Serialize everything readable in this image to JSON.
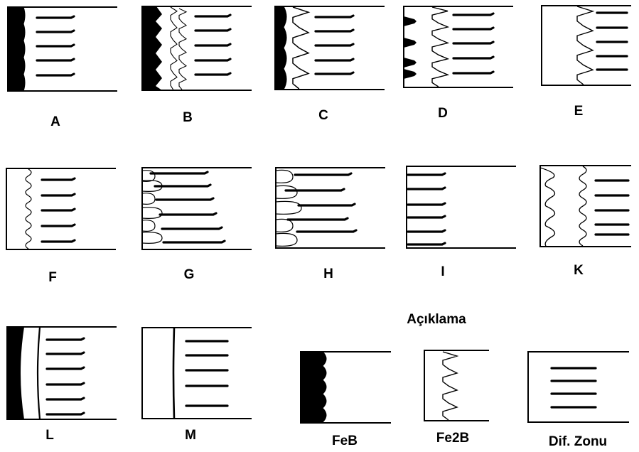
{
  "figure": {
    "panels": [
      {
        "id": "A",
        "label": "A",
        "layers": {
          "feb": "thick",
          "fe2b": "none",
          "diff": "full"
        }
      },
      {
        "id": "B",
        "label": "B",
        "layers": {
          "feb": "teeth",
          "fe2b": "fine-wavy",
          "diff": "right"
        }
      },
      {
        "id": "C",
        "label": "C",
        "layers": {
          "feb": "thin",
          "fe2b": "zigzag",
          "diff": "right"
        }
      },
      {
        "id": "D",
        "label": "D",
        "layers": {
          "feb": "islands",
          "fe2b": "zigzag",
          "diff": "right"
        }
      },
      {
        "id": "E",
        "label": "E",
        "layers": {
          "feb": "none",
          "fe2b": "zigzag",
          "diff": "right"
        }
      },
      {
        "id": "F",
        "label": "F",
        "layers": {
          "feb": "none",
          "fe2b": "thin-wavy",
          "diff": "right"
        }
      },
      {
        "id": "G",
        "label": "G",
        "layers": {
          "feb": "none",
          "fe2b": "blobs",
          "diff": "interleaved"
        }
      },
      {
        "id": "H",
        "label": "H",
        "layers": {
          "feb": "none",
          "fe2b": "blobs",
          "diff": "interleaved"
        }
      },
      {
        "id": "I",
        "label": "I",
        "layers": {
          "feb": "none",
          "fe2b": "none",
          "diff": "left"
        }
      },
      {
        "id": "K",
        "label": "K",
        "layers": {
          "feb": "none",
          "fe2b": "double-wavy",
          "diff": "right"
        }
      },
      {
        "id": "L",
        "label": "L",
        "layers": {
          "feb": "thick-curved",
          "fe2b": "line",
          "diff": "right"
        }
      },
      {
        "id": "M",
        "label": "M",
        "layers": {
          "feb": "none",
          "fe2b": "line",
          "diff": "right"
        }
      }
    ],
    "legend": {
      "title": "Açıklama",
      "items": [
        {
          "id": "feb",
          "label": "FeB"
        },
        {
          "id": "fe2b",
          "label": "Fe2B"
        },
        {
          "id": "dif",
          "label": "Dif. Zonu"
        }
      ]
    }
  }
}
